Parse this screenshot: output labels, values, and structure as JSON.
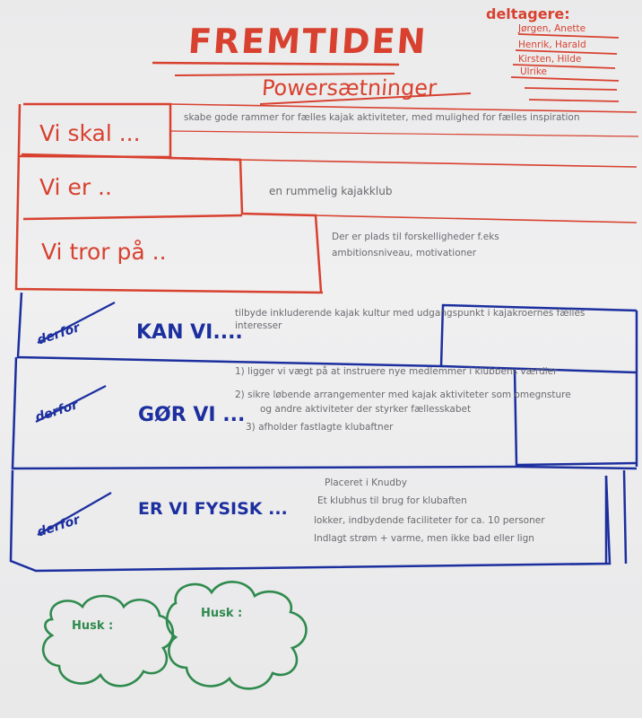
{
  "title": "FREMTIDEN",
  "subtitle": "Powersætninger",
  "participants": {
    "heading": "deltagere:",
    "names": [
      "Jørgen, Anette",
      "Henrik, Harald",
      "Kirsten, Hilde",
      "Ulrike"
    ]
  },
  "red_rows": [
    {
      "label": "Vi skal ...",
      "text": "skabe gode rammer for fælles kajak aktiviteter, med mulighed for fælles inspiration"
    },
    {
      "label": "Vi er ..",
      "text": "en rummelig kajakklub"
    },
    {
      "label": "Vi tror på ..",
      "text_lines": [
        "Der er plads til forskelligheder f.eks",
        "ambitionsniveau, motivationer"
      ]
    }
  ],
  "blue_rows": [
    {
      "prefix": "derfor",
      "label": "KAN VI....",
      "text": "tilbyde inkluderende kajak kultur med udgangspunkt i kajakroernes fælles interesser"
    },
    {
      "prefix": "derfor",
      "label": "GØR VI ...",
      "text_lines": [
        "1) ligger vi vægt på at instruere nye medlemmer i klubbens værdier",
        "2) sikre løbende arrangementer med kajak aktiviteter som omegnsture",
        "og andre aktiviteter der styrker fællesskabet",
        "3) afholder fastlagte klubaftner"
      ]
    },
    {
      "prefix": "derfor",
      "label": "ER VI FYSISK ...",
      "text_lines": [
        "Placeret i Knudby",
        "Et klubhus til brug for klubaften",
        "lokker, indbydende faciliteter for ca. 10 personer",
        "Indlagt strøm + varme, men ikke bad eller lign"
      ]
    }
  ],
  "reminders": [
    {
      "label": "Husk :"
    },
    {
      "label": "Husk :"
    }
  ],
  "colors": {
    "red": "#d8412f",
    "blue": "#1c2f9e",
    "green": "#2f8a4d",
    "paper": "#efeff0"
  }
}
